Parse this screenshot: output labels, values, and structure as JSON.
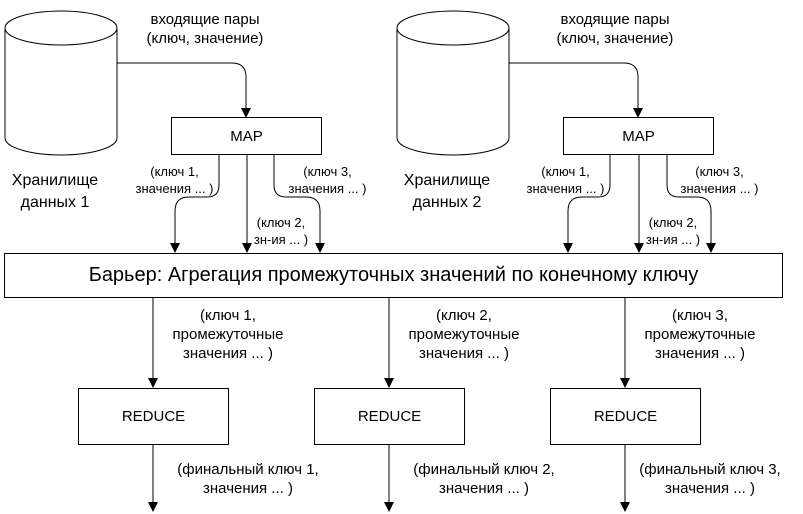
{
  "storages": [
    {
      "label_line1": "Хранилище",
      "label_line2": "данных 1"
    },
    {
      "label_line1": "Хранилище",
      "label_line2": "данных 2"
    }
  ],
  "input_pairs": [
    {
      "line1": "входящие пары",
      "line2": "(ключ, значение)"
    },
    {
      "line1": "входящие пары",
      "line2": "(ключ, значение)"
    }
  ],
  "map_label": "MAP",
  "map_outputs": [
    {
      "k1": {
        "line1": "(ключ 1,",
        "line2": "значения ... )"
      },
      "k2": {
        "line1": "(ключ 2,",
        "line2": "зн-ия ... )"
      },
      "k3": {
        "line1": "(ключ 3,",
        "line2": "значения ... )"
      }
    },
    {
      "k1": {
        "line1": "(ключ 1,",
        "line2": "значения ... )"
      },
      "k2": {
        "line1": "(ключ 2,",
        "line2": "зн-ия ... )"
      },
      "k3": {
        "line1": "(ключ 3,",
        "line2": "значения ... )"
      }
    }
  ],
  "barrier_label": "Барьер: Агрегация промежуточных значений по конечному ключу",
  "intermediate": [
    {
      "line1": "(ключ 1,",
      "line2": "промежуточные",
      "line3": "значения ... )"
    },
    {
      "line1": "(ключ 2,",
      "line2": "промежуточные",
      "line3": "значения ... )"
    },
    {
      "line1": "(ключ 3,",
      "line2": "промежуточные",
      "line3": "значения ... )"
    }
  ],
  "reduce_label": "REDUCE",
  "final": [
    {
      "line1": "(финальный ключ 1,",
      "line2": "значения ... )"
    },
    {
      "line1": "(финальный ключ 2,",
      "line2": "значения ... )"
    },
    {
      "line1": "(финальный ключ 3,",
      "line2": "значения ... )"
    }
  ]
}
